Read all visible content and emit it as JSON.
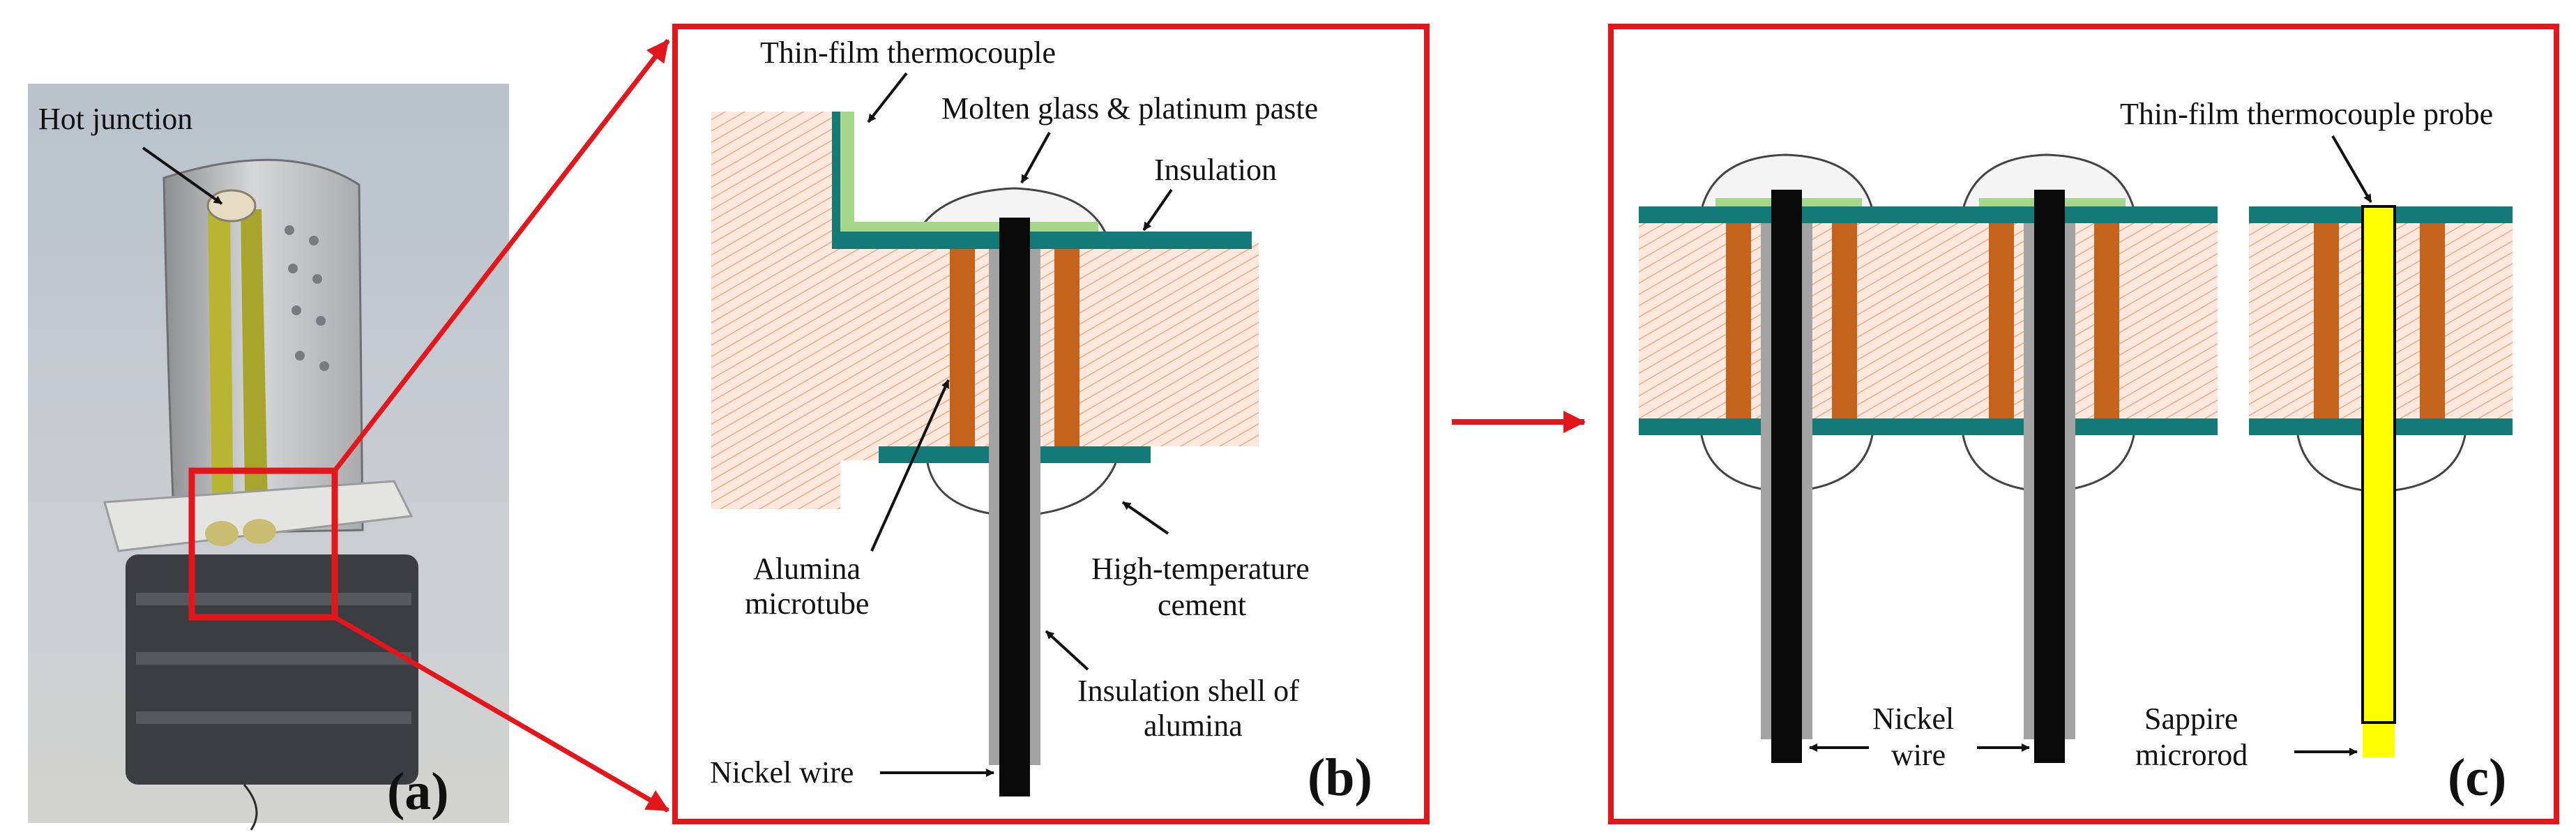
{
  "panels": {
    "a": {
      "letter": "(a)",
      "hot_junction": "Hot junction"
    },
    "b": {
      "letter": "(b)",
      "thin_film_thermocouple": "Thin-film thermocouple",
      "molten_glass_line1": "Molten glass & platinum paste",
      "insulation": "Insulation",
      "alumina_microtube_line1": "Alumina",
      "alumina_microtube_line2": "microtube",
      "cement_line1": "High-temperature",
      "cement_line2": "cement",
      "shell_line1": "Insulation shell of",
      "shell_line2": "alumina",
      "nickel_wire": "Nickel wire"
    },
    "c": {
      "letter": "(c)",
      "probe": "Thin-film thermocouple probe",
      "nickel_line1": "Nickel",
      "nickel_line2": "wire",
      "sapphire_line1": "Sappire",
      "sapphire_line2": "microrod"
    }
  },
  "colors": {
    "frame": "#e3161b",
    "substrate_hatch": "#f2b59a",
    "insulation": "#137a78",
    "film": "#a6d68a",
    "microtube": "#c5621c",
    "wire": "#0a0a0a",
    "shell": "#a3a3a3",
    "sapphire": "#ffff00"
  }
}
